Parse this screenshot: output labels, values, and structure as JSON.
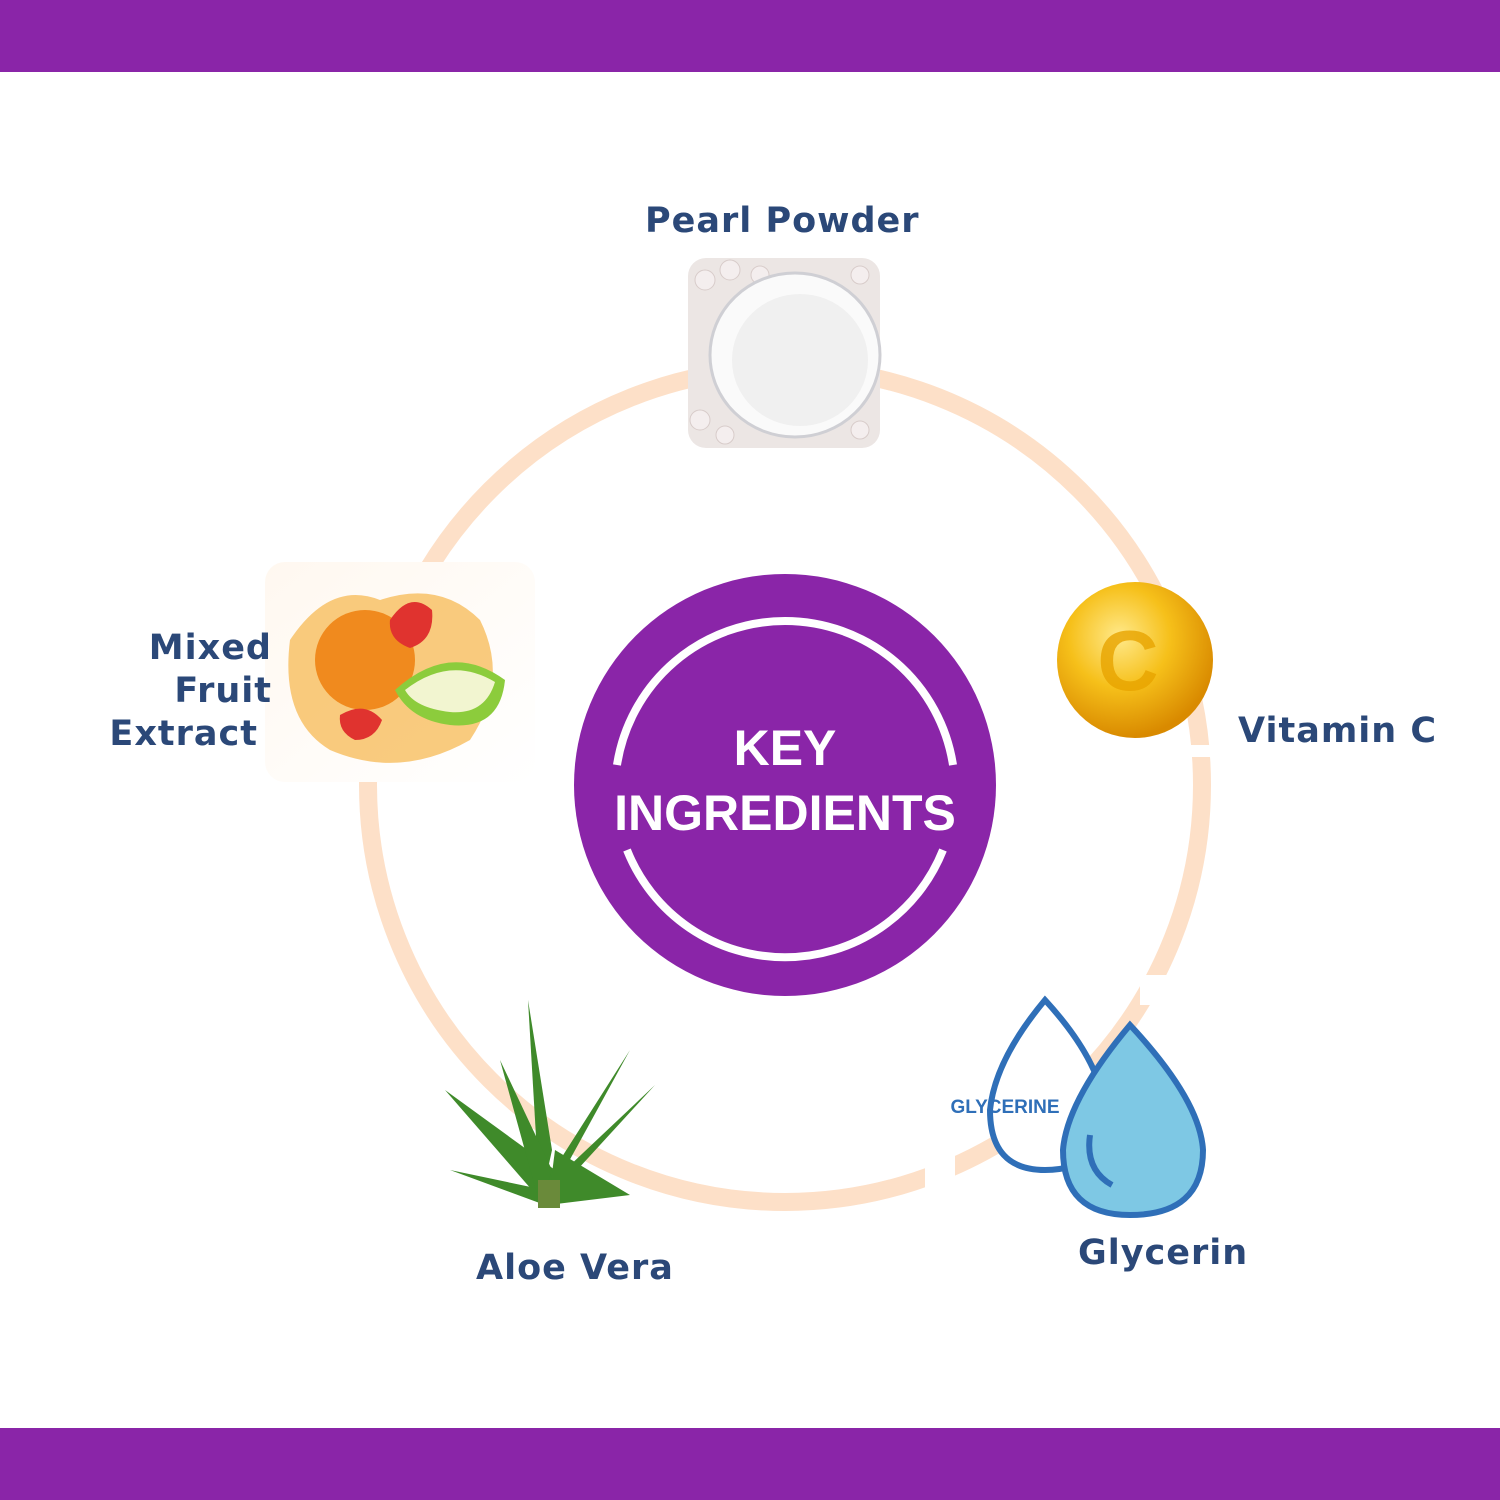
{
  "title": "KEY INGREDIENTS",
  "title_lines": [
    "KEY",
    "INGREDIENTS"
  ],
  "colors": {
    "brand": "#8a25a8",
    "ring": "#fde0c8",
    "label": "#2b4878"
  },
  "ingredients": [
    {
      "name": "Pearl Powder",
      "icon": "pearl-powder-image"
    },
    {
      "name": "Vitamin C",
      "icon": "vitamin-c-capsule-image",
      "glyph": "C"
    },
    {
      "name": "Glycerin",
      "icon": "glycerin-drops-image",
      "glyph": "GLYCERINE"
    },
    {
      "name": "Aloe Vera",
      "icon": "aloe-vera-plant-image"
    },
    {
      "name_lines": [
        "Mixed Fruit",
        "Extract"
      ],
      "icon": "mixed-fruit-image"
    }
  ]
}
